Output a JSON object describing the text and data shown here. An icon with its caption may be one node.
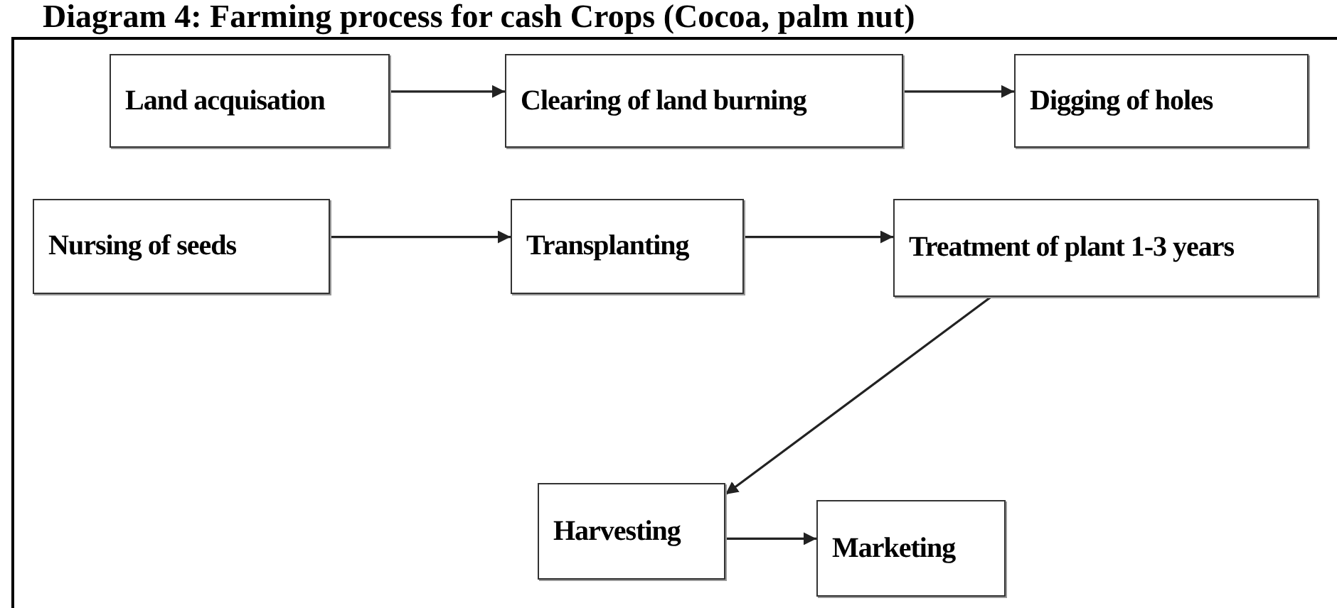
{
  "diagram": {
    "title": "Diagram 4: Farming process for cash Crops (Cocoa, palm nut)",
    "nodes": [
      {
        "text": [
          "Land acquisation"
        ]
      },
      {
        "text": [
          "Clearing of land burning"
        ]
      },
      {
        "text": [
          "Digging of holes"
        ]
      },
      {
        "text": [
          "Nursing of seeds"
        ]
      },
      {
        "text": [
          "Transplanting"
        ]
      },
      {
        "text": [
          "Treatment of plant 1-3 years"
        ]
      },
      {
        "text": [
          "Harvesting"
        ]
      },
      {
        "text": [
          "Marketing"
        ]
      }
    ],
    "edges": [
      {
        "from": 0,
        "to": 1,
        "arrow": "to"
      },
      {
        "from": 1,
        "to": 2,
        "arrow": "to"
      },
      {
        "from": 3,
        "to": 4,
        "arrow": "to"
      },
      {
        "from": 4,
        "to": 5,
        "arrow": "to"
      },
      {
        "from": 5,
        "to": 6,
        "arrow": "to"
      },
      {
        "from": 6,
        "to": 7,
        "arrow": "to"
      }
    ]
  }
}
